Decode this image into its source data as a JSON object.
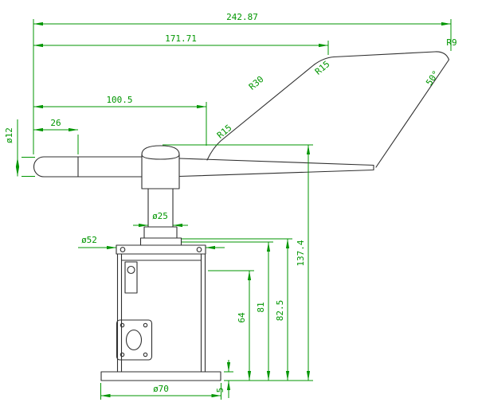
{
  "colors": {
    "dimension": "#009600",
    "outline": "#2f2f2f",
    "background": "#ffffff"
  },
  "labels": {
    "width_total": "242.87",
    "width_vane_start": "171.71",
    "width_rod": "100.5",
    "width_counterweight": "26",
    "dia_rod": "ø12",
    "radius_r30": "R30",
    "radius_r15_upper": "R15",
    "radius_r9": "R9",
    "tip_angle": "50°",
    "radius_r15_root": "R15",
    "dia_neck": "ø25",
    "dia_body": "ø52",
    "height_total": "137.4",
    "height_upper": "82.5",
    "height_mid": "81",
    "height_lower": "64",
    "dia_base": "ø70",
    "base_thickness": "5"
  }
}
